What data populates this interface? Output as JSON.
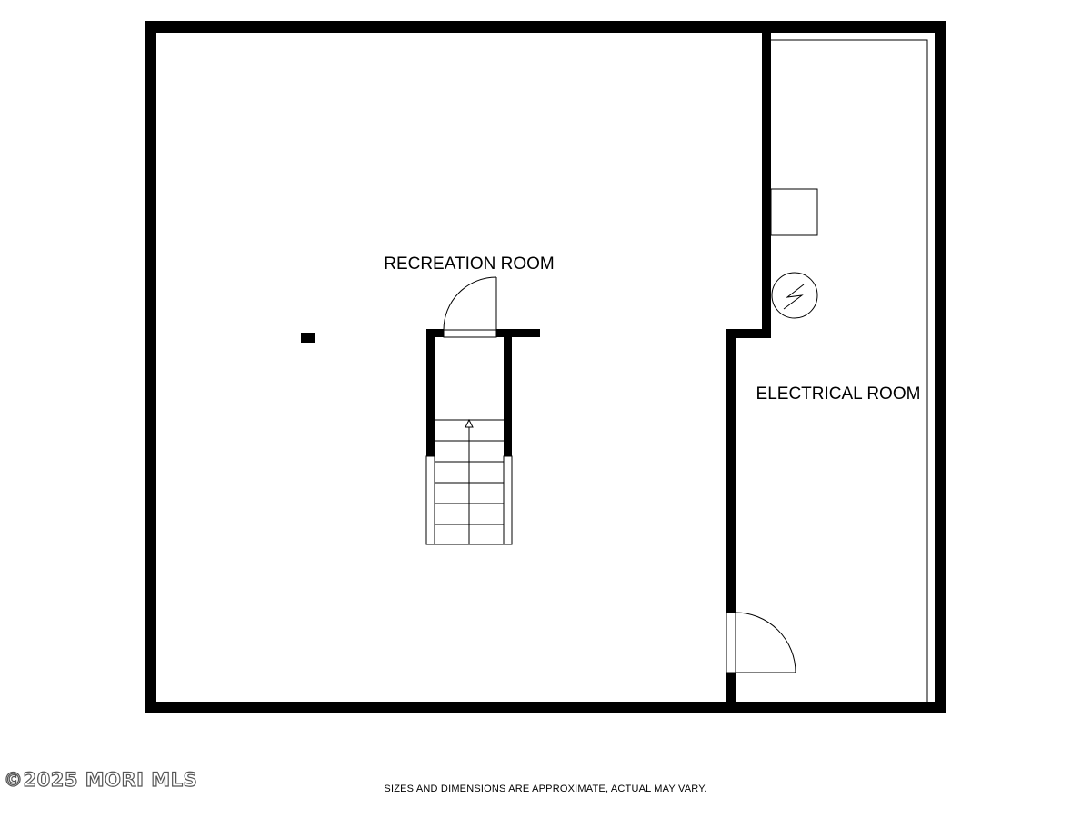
{
  "rooms": {
    "recreation": "RECREATION ROOM",
    "electrical": "ELECTRICAL ROOM"
  },
  "footer": {
    "disclaimer": "SIZES AND DIMENSIONS ARE APPROXIMATE, ACTUAL MAY VARY."
  },
  "watermark": {
    "text": "©2025 MORI MLS"
  },
  "icons": {
    "stair_arrow": "arrow-up-icon",
    "electrical_panel": "lightning-icon"
  },
  "colors": {
    "wall": "#000000",
    "background": "#ffffff"
  }
}
